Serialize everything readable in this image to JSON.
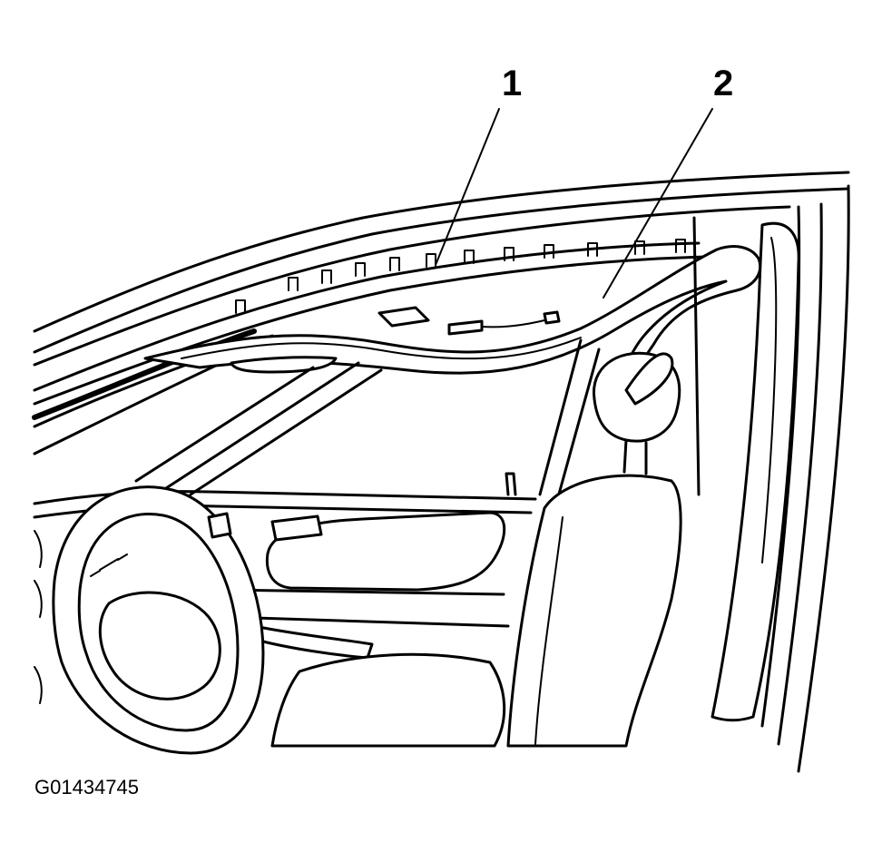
{
  "callouts": [
    {
      "label": "1"
    },
    {
      "label": "2"
    }
  ],
  "figure_id": "G01434745",
  "colors": {
    "line": "#000000",
    "background": "#ffffff"
  }
}
